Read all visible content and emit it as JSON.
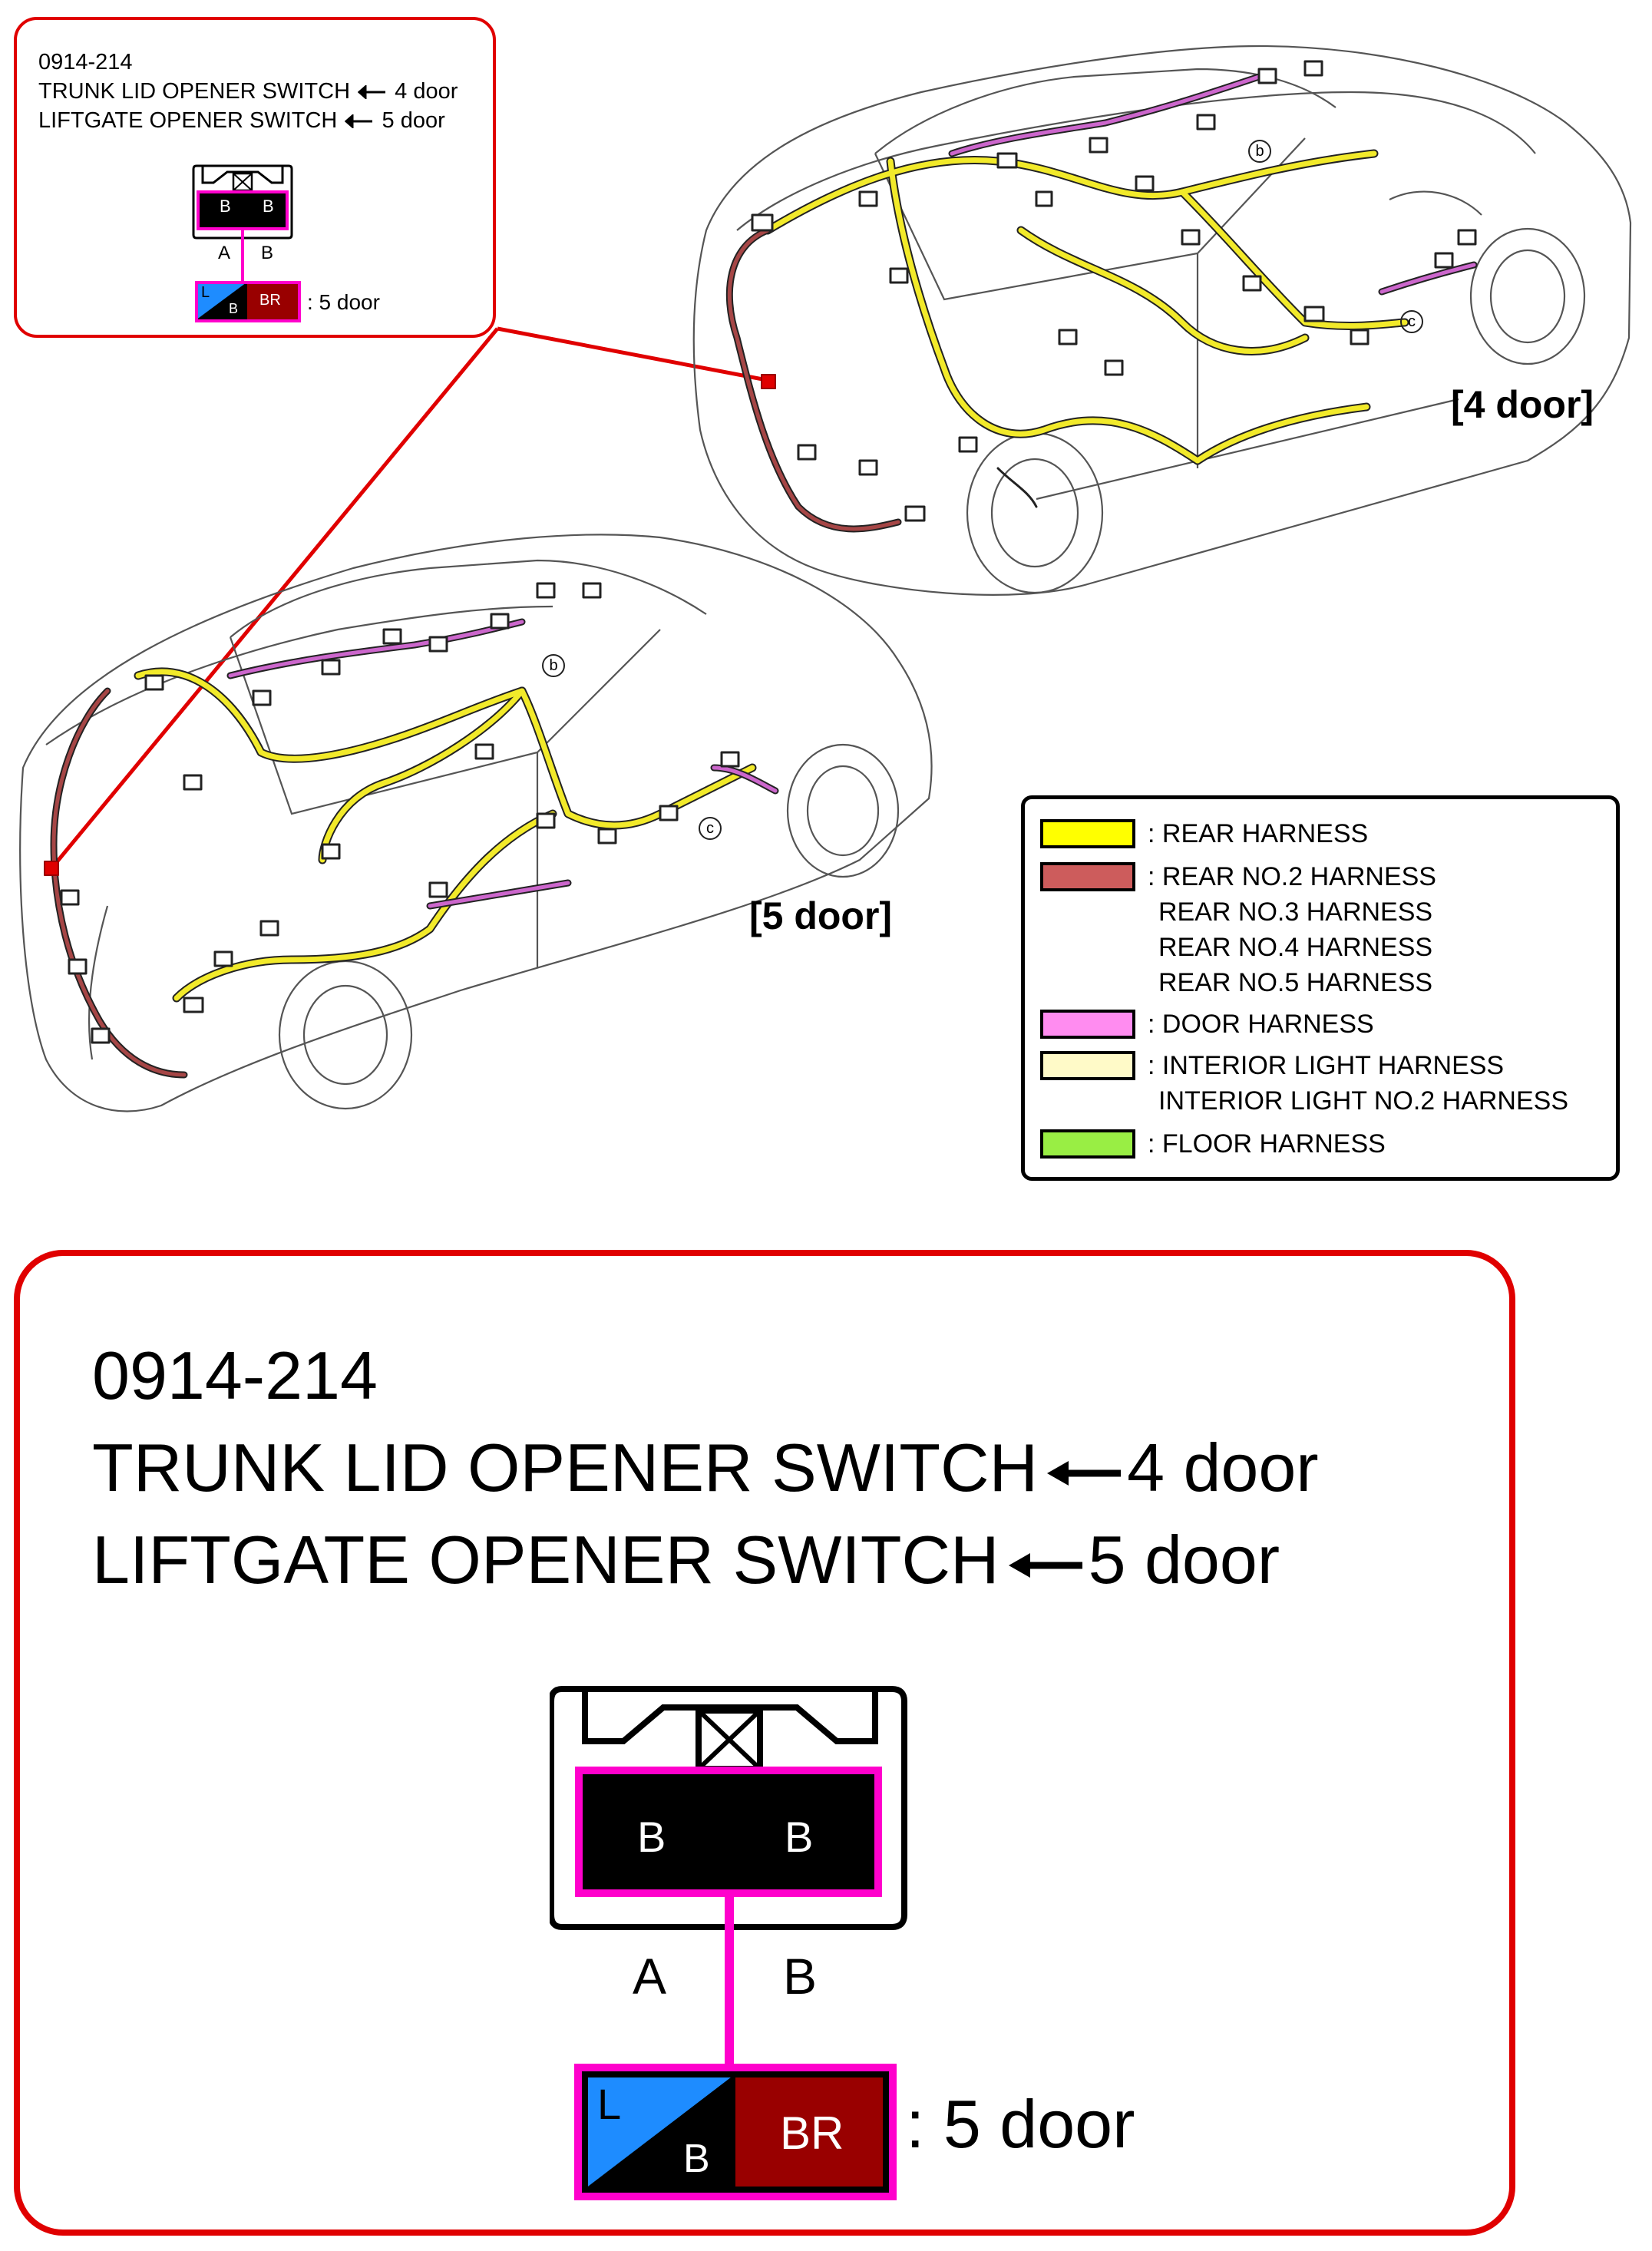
{
  "connector": {
    "code": "0914-214",
    "trunk_label": "TRUNK LID OPENER SWITCH",
    "trunk_variant": "4 door",
    "liftgate_label": "LIFTGATE OPENER SWITCH",
    "liftgate_variant": "5 door",
    "terminal_a_wire": "B",
    "terminal_b_wire": "B",
    "terminal_a": "A",
    "terminal_b": "B",
    "alt_a_top": "L",
    "alt_a_bottom": "B",
    "alt_b": "BR",
    "alt_note": ": 5 door"
  },
  "vehicles": {
    "four_door": "[4 door]",
    "five_door": "[5 door]",
    "marker_b": "b",
    "marker_c": "c"
  },
  "legend": [
    {
      "color": "#ffff00",
      "lines": [
        ": REAR HARNESS"
      ]
    },
    {
      "color": "#cd5c5c",
      "lines": [
        ": REAR NO.2 HARNESS",
        "REAR NO.3 HARNESS",
        "REAR NO.4 HARNESS",
        "REAR NO.5 HARNESS"
      ]
    },
    {
      "color": "#ff8cf0",
      "lines": [
        ": DOOR HARNESS"
      ]
    },
    {
      "color": "#fffac8",
      "lines": [
        ": INTERIOR LIGHT HARNESS",
        "INTERIOR LIGHT NO.2 HARNESS"
      ]
    },
    {
      "color": "#99ee44",
      "lines": [
        ": FLOOR HARNESS"
      ]
    }
  ],
  "colors": {
    "callout": "#e00000",
    "connector_outline": "#ff00cc",
    "wire_blue": "#1e8cff",
    "wire_brown": "#990000",
    "harness_yellow": "#f2ea2a",
    "harness_red": "#a64646",
    "harness_pink": "#cc66cc"
  }
}
